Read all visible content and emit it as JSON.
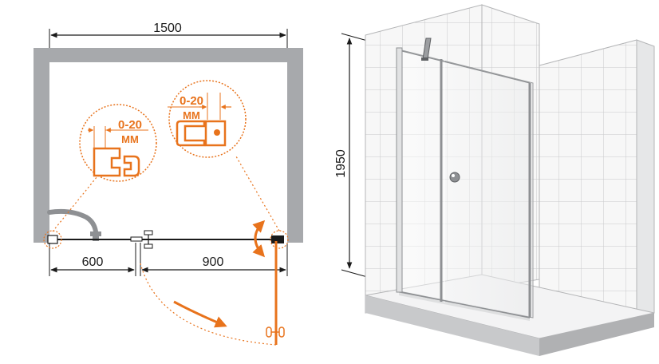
{
  "plan": {
    "total_width": "1500",
    "left_segment": "600",
    "right_segment": "900",
    "detail_left": {
      "range": "0-20",
      "unit": "MM"
    },
    "detail_right": {
      "range": "0-20",
      "unit": "MM"
    }
  },
  "perspective": {
    "height": "1950"
  },
  "colors": {
    "accent": "#e8731c",
    "wall": "#a7a9ac",
    "line": "#1a1a1a"
  }
}
